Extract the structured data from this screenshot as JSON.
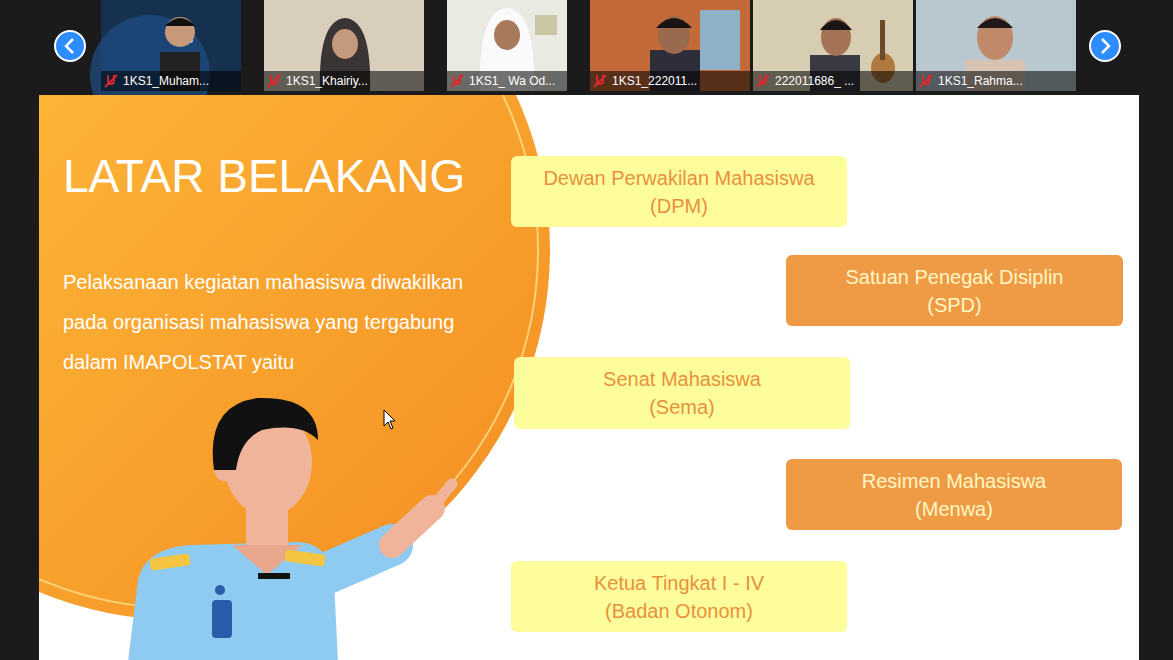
{
  "diagram": {
    "title": "LATAR BELAKANG",
    "nodes": [
      {
        "text": [
          "Dewan Perwakilan Mahasiswa (DPM)"
        ]
      },
      {
        "text": [
          "Satuan Penegak Disiplin (SPD)"
        ]
      },
      {
        "text": [
          "Senat Mahasiswa (Sema)"
        ]
      },
      {
        "text": [
          "Resimen Mahasiswa (Menwa)"
        ]
      },
      {
        "text": [
          "Ketua Tingkat I - IV (Badan Otonom)"
        ]
      }
    ],
    "labels": [
      "1KS1_Muham...",
      "1KS1_Khairiy...",
      "1KS1_ Wa Od...",
      "1KS1_222011...",
      "222011686_ ...",
      "1KS1_Rahma...",
      "Pelaksanaan kegiatan mahasiswa diwakilkan pada organisasi mahasiswa yang tergabung dalam IMAPOLSTAT yaitu"
    ]
  }
}
